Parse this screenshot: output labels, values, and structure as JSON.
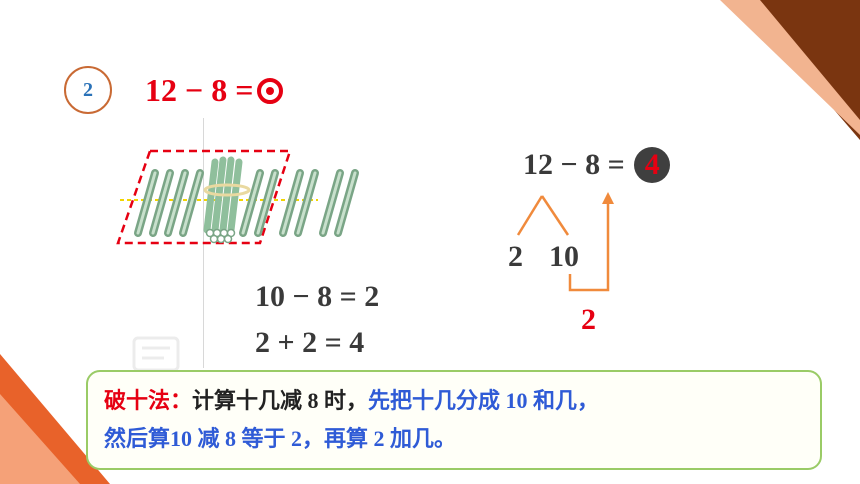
{
  "question": {
    "number": "2",
    "equation": "12 − 8 ="
  },
  "breakdown": {
    "equation": "12 − 8 =",
    "answer": "4",
    "split_left": "2",
    "split_right": "10",
    "result": "2"
  },
  "steps": {
    "line1": "10 − 8 = 2",
    "line2": "2 + 2 = 4"
  },
  "note": {
    "title": "破十法：",
    "part1": "计算十几减 8 时，",
    "part2": "先把十几分成 10 和几，",
    "part3": "然后算10 减 8 等于 2，再算 2 加几。"
  },
  "colors": {
    "accent_red": "#e60012",
    "blue": "#2f5bd6",
    "corner_brown": "#8b3a10",
    "corner_orange": "#f4a57a",
    "note_border": "#9acb66",
    "split_line": "#f08a3c"
  }
}
